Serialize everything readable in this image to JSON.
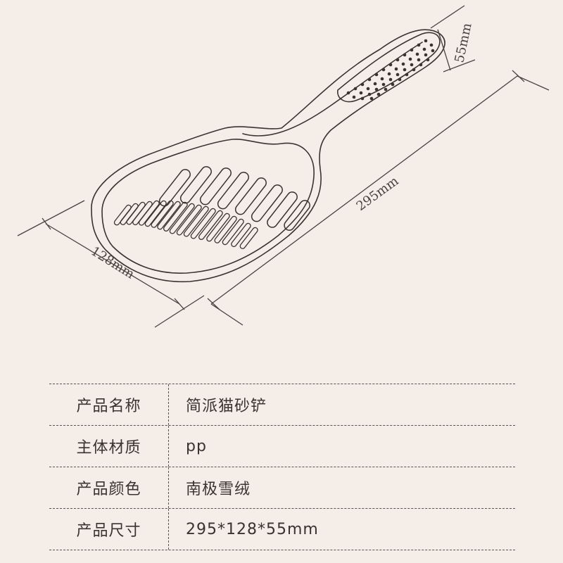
{
  "dimensions": {
    "length": "295mm",
    "width": "128mm",
    "height": "55mm"
  },
  "specs": [
    {
      "label": "产品名称",
      "value": "简派猫砂铲"
    },
    {
      "label": "主体材质",
      "value": "pp"
    },
    {
      "label": "产品颜色",
      "value": "南极雪绒"
    },
    {
      "label": "产品尺寸",
      "value": "295*128*55mm"
    }
  ],
  "colors": {
    "background": "#f5ede8",
    "line": "#3a3330"
  }
}
